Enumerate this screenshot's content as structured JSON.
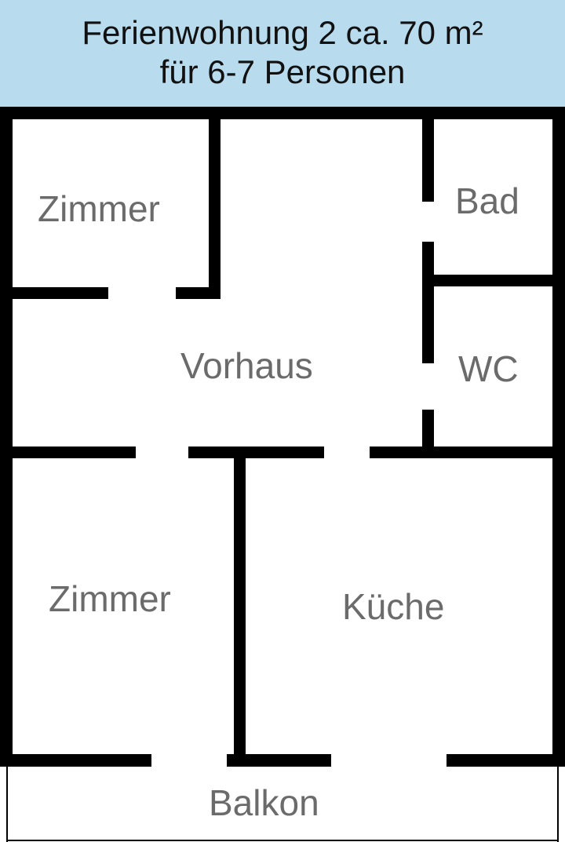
{
  "header": {
    "title_line1": "Ferienwohnung 2 ca. 70 m²",
    "title_line2": "für 6-7 Personen"
  },
  "rooms": {
    "zimmer_top": "Zimmer",
    "bad": "Bad",
    "vorhaus": "Vorhaus",
    "wc": "WC",
    "zimmer_bottom": "Zimmer",
    "kueche": "Küche",
    "balkon": "Balkon"
  },
  "colors": {
    "header_background": "#b9dbee",
    "wall": "#000000",
    "label": "#6b6b6b",
    "title": "#111111"
  }
}
